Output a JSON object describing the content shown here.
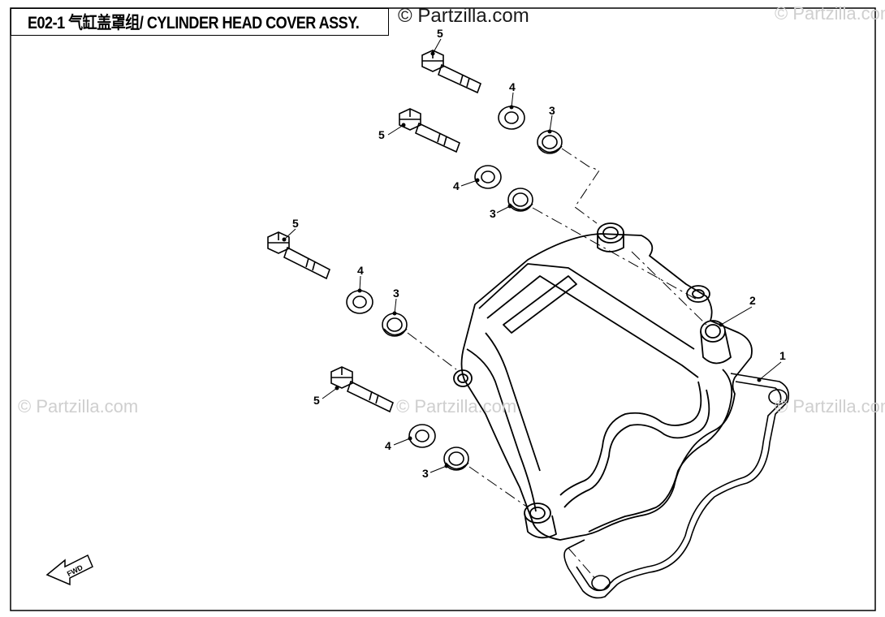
{
  "title": "E02-1 气缸盖罩组/ CYLINDER HEAD COVER ASSY.",
  "watermark": "© Partzilla.com",
  "fwd_label": "FWD",
  "callouts": {
    "part_1": "1",
    "part_2": "2",
    "part_3": "3",
    "part_4": "4",
    "part_5": "5"
  },
  "colors": {
    "line": "#000000",
    "watermark": "#cfcfcf",
    "background": "#ffffff"
  }
}
